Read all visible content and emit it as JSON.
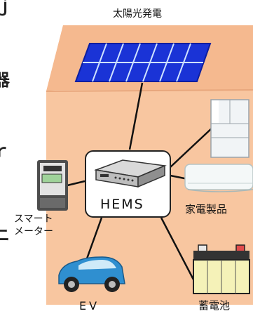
{
  "diagram": {
    "labels": {
      "solar": "太陽光発電",
      "hems": "HEMS",
      "appliances": "家電製品",
      "smart_meter": "スマート\nメーター",
      "ev": "EV",
      "battery": "蓄電池"
    },
    "left_edge_fragments": [
      "ｊ",
      "器",
      "ｒ",
      "ニ"
    ],
    "colors": {
      "house_fill": "#f8c6a0",
      "house_outline": "#e6a77a",
      "panel_blue": "#1530d8",
      "line": "#111111",
      "ev_body": "#2f8fd0",
      "battery_yellow": "#f5f2b8"
    }
  }
}
